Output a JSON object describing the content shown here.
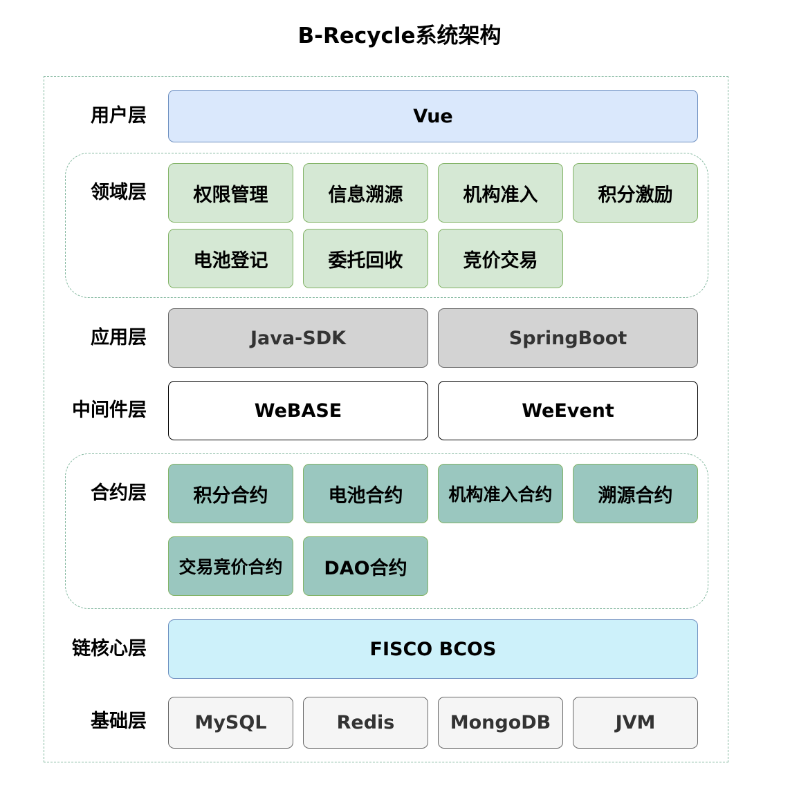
{
  "title": "B-Recycle系统架构",
  "layers": {
    "user": {
      "label": "用户层",
      "items": [
        "Vue"
      ]
    },
    "domain": {
      "label": "领域层",
      "items": [
        "权限管理",
        "信息溯源",
        "机构准入",
        "积分激励",
        "电池登记",
        "委托回收",
        "竞价交易"
      ]
    },
    "application": {
      "label": "应用层",
      "items": [
        "Java-SDK",
        "SpringBoot"
      ]
    },
    "middleware": {
      "label": "中间件层",
      "items": [
        "WeBASE",
        "WeEvent"
      ]
    },
    "contract": {
      "label": "合约层",
      "items": [
        "积分合约",
        "电池合约",
        "机构准入合约",
        "溯源合约",
        "交易竞价合约",
        "DAO合约"
      ]
    },
    "chain_core": {
      "label": "链核心层",
      "items": [
        "FISCO BCOS"
      ]
    },
    "foundation": {
      "label": "基础层",
      "items": [
        "MySQL",
        "Redis",
        "MongoDB",
        "JVM"
      ]
    }
  },
  "colors": {
    "user_fill": "#dae8fc",
    "user_stroke": "#6c8ebf",
    "domain_fill": "#d5e8d4",
    "domain_stroke": "#82b366",
    "application_fill": "#d3d3d3",
    "application_stroke": "#666666",
    "middleware_fill": "#ffffff",
    "middleware_stroke": "#000000",
    "contract_fill": "#9ac7bf",
    "contract_stroke": "#82b366",
    "chain_core_fill": "#cdf1fa",
    "chain_core_stroke": "#6c8ebf",
    "foundation_fill": "#f5f5f5",
    "foundation_stroke": "#666666",
    "dashed_border": "#82b79e"
  }
}
